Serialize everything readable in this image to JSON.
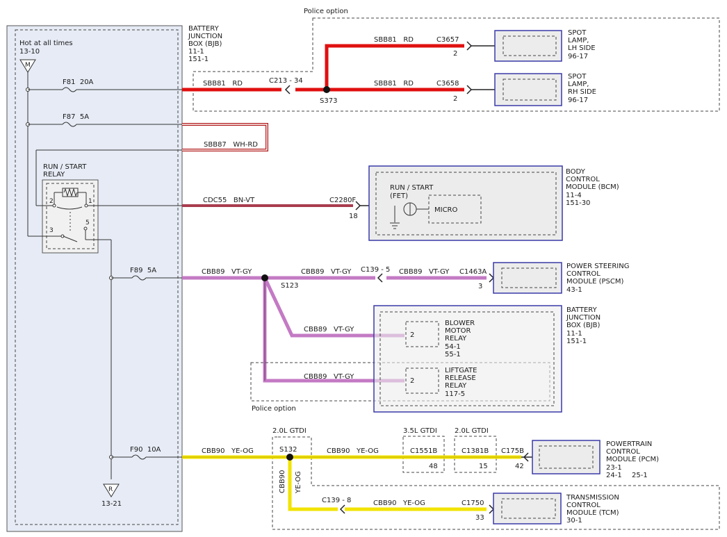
{
  "left_panel": {
    "hot_at_all_times": "Hot at all times",
    "hot_ref": "13-10",
    "hot_letter": "M",
    "ground_letter": "R",
    "ground_ref": "13-21",
    "fuse_f81": "F81  20A",
    "fuse_f87": "F87  5A",
    "fuse_f89": "F89  5A",
    "fuse_f90": "F90  10A",
    "relay_title_1": "RUN / START",
    "relay_title_2": "RELAY",
    "relay_pin_2": "2",
    "relay_pin_1": "1",
    "relay_pin_3": "3",
    "relay_pin_5": "5"
  },
  "bjb_top": {
    "line1": "BATTERY",
    "line2": "JUNCTION",
    "line3": "BOX (BJB)",
    "ref1": "11-1",
    "ref2": "151-1"
  },
  "police_top": {
    "label": "Police option"
  },
  "circuits": {
    "sbb81_main": "SBB81   RD",
    "c213": "C213 - 34",
    "s373": "S373",
    "sbb81_up": "SBB81   RD",
    "c3657": "C3657",
    "pin_c3657": "2",
    "sbb81_low": "SBB81   RD",
    "c3658": "C3658",
    "pin_c3658": "2",
    "sbb87": "SBB87   WH-RD",
    "cdc55": "CDC55   BN-VT",
    "c2280f": "C2280F",
    "pin_c2280f": "18",
    "cbb89_a": "CBB89   VT-GY",
    "s123": "S123",
    "cbb89_b": "CBB89   VT-GY",
    "c139_5": "C139 - 5",
    "cbb89_c": "CBB89   VT-GY",
    "c1463a": "C1463A",
    "pin_c1463a": "3",
    "cbb89_blower": "CBB89   VT-GY",
    "cbb89_liftgate": "CBB89   VT-GY",
    "police_mid": "Police option",
    "gtdi_20_a": "2.0L GTDI",
    "s132": "S132",
    "cbb90_a": "CBB90   YE-OG",
    "cbb90_b": "CBB90   YE-OG",
    "gtdi_35": "3.5L GTDI",
    "c1551b": "C1551B",
    "pin_c1551b": "48",
    "gtdi_20_b": "2.0L GTDI",
    "c1381b": "C1381B",
    "pin_c1381b": "15",
    "c175b": "C175B",
    "pin_c175b": "42",
    "cbb90_vert_1": "CBB90",
    "cbb90_vert_2": "YE-OG",
    "c139_8": "C139 - 8",
    "cbb90_c": "CBB90   YE-OG",
    "c1750": "C1750",
    "pin_c1750": "33"
  },
  "modules": {
    "spot_lh": {
      "l1": "SPOT",
      "l2": "LAMP,",
      "l3": "LH SIDE",
      "ref": "96-17"
    },
    "spot_rh": {
      "l1": "SPOT",
      "l2": "LAMP,",
      "l3": "RH SIDE",
      "ref": "96-17"
    },
    "bcm": {
      "l1": "BODY",
      "l2": "CONTROL",
      "l3": "MODULE (BCM)",
      "ref1": "11-4",
      "ref2": "151-30",
      "fet1": "RUN / START",
      "fet2": "(FET)",
      "micro": "MICRO"
    },
    "pscm": {
      "l1": "POWER STEERING",
      "l2": "CONTROL",
      "l3": "MODULE (PSCM)",
      "ref": "43-1"
    },
    "bjb_right": {
      "l1": "BATTERY",
      "l2": "JUNCTION",
      "l3": "BOX (BJB)",
      "ref1": "11-1",
      "ref2": "151-1"
    },
    "blower": {
      "pin": "2",
      "l1": "BLOWER",
      "l2": "MOTOR",
      "l3": "RELAY",
      "ref1": "54-1",
      "ref2": "55-1"
    },
    "liftgate": {
      "pin": "2",
      "l1": "LIFTGATE",
      "l2": "RELEASE",
      "l3": "RELAY",
      "ref": "117-5"
    },
    "pcm": {
      "l1": "POWERTRAIN",
      "l2": "CONTROL",
      "l3": "MODULE (PCM)",
      "ref1": "23-1",
      "ref2": "24-1",
      "ref3": "25-1"
    },
    "tcm": {
      "l1": "TRANSMISSION",
      "l2": "CONTROL",
      "l3": "MODULE (TCM)",
      "ref": "30-1"
    }
  },
  "colors": {
    "red_wire": "#e01010",
    "wh_rd_wire": "#b01818",
    "bn_vt_wire": "#a83c4e",
    "vt_gy_wire": "#c47ac4",
    "ye_og_wire": "#f2e300",
    "module_border": "#3a3aa8"
  }
}
